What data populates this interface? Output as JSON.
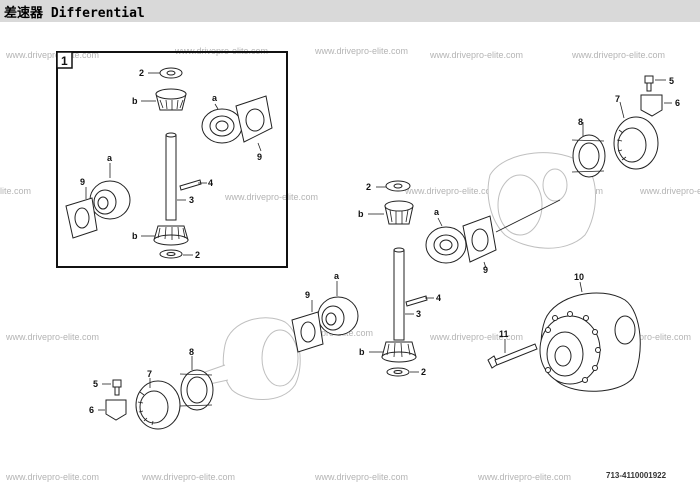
{
  "title": "差速器 Differential",
  "watermark": "www.drivepro-elite.com",
  "inset": {
    "label": "1"
  },
  "callouts": {
    "a": "a",
    "b": "b",
    "n2": "2",
    "n3": "3",
    "n4": "4",
    "n5": "5",
    "n6": "6",
    "n7": "7",
    "n8": "8",
    "n9": "9",
    "n10": "10",
    "n11": "11"
  },
  "document_number": "713-4110001922",
  "colors": {
    "title_bar": "#d9d9d9",
    "watermark": "#b4b4b4",
    "line": "#222222",
    "ghost": "#bfbfbf"
  }
}
